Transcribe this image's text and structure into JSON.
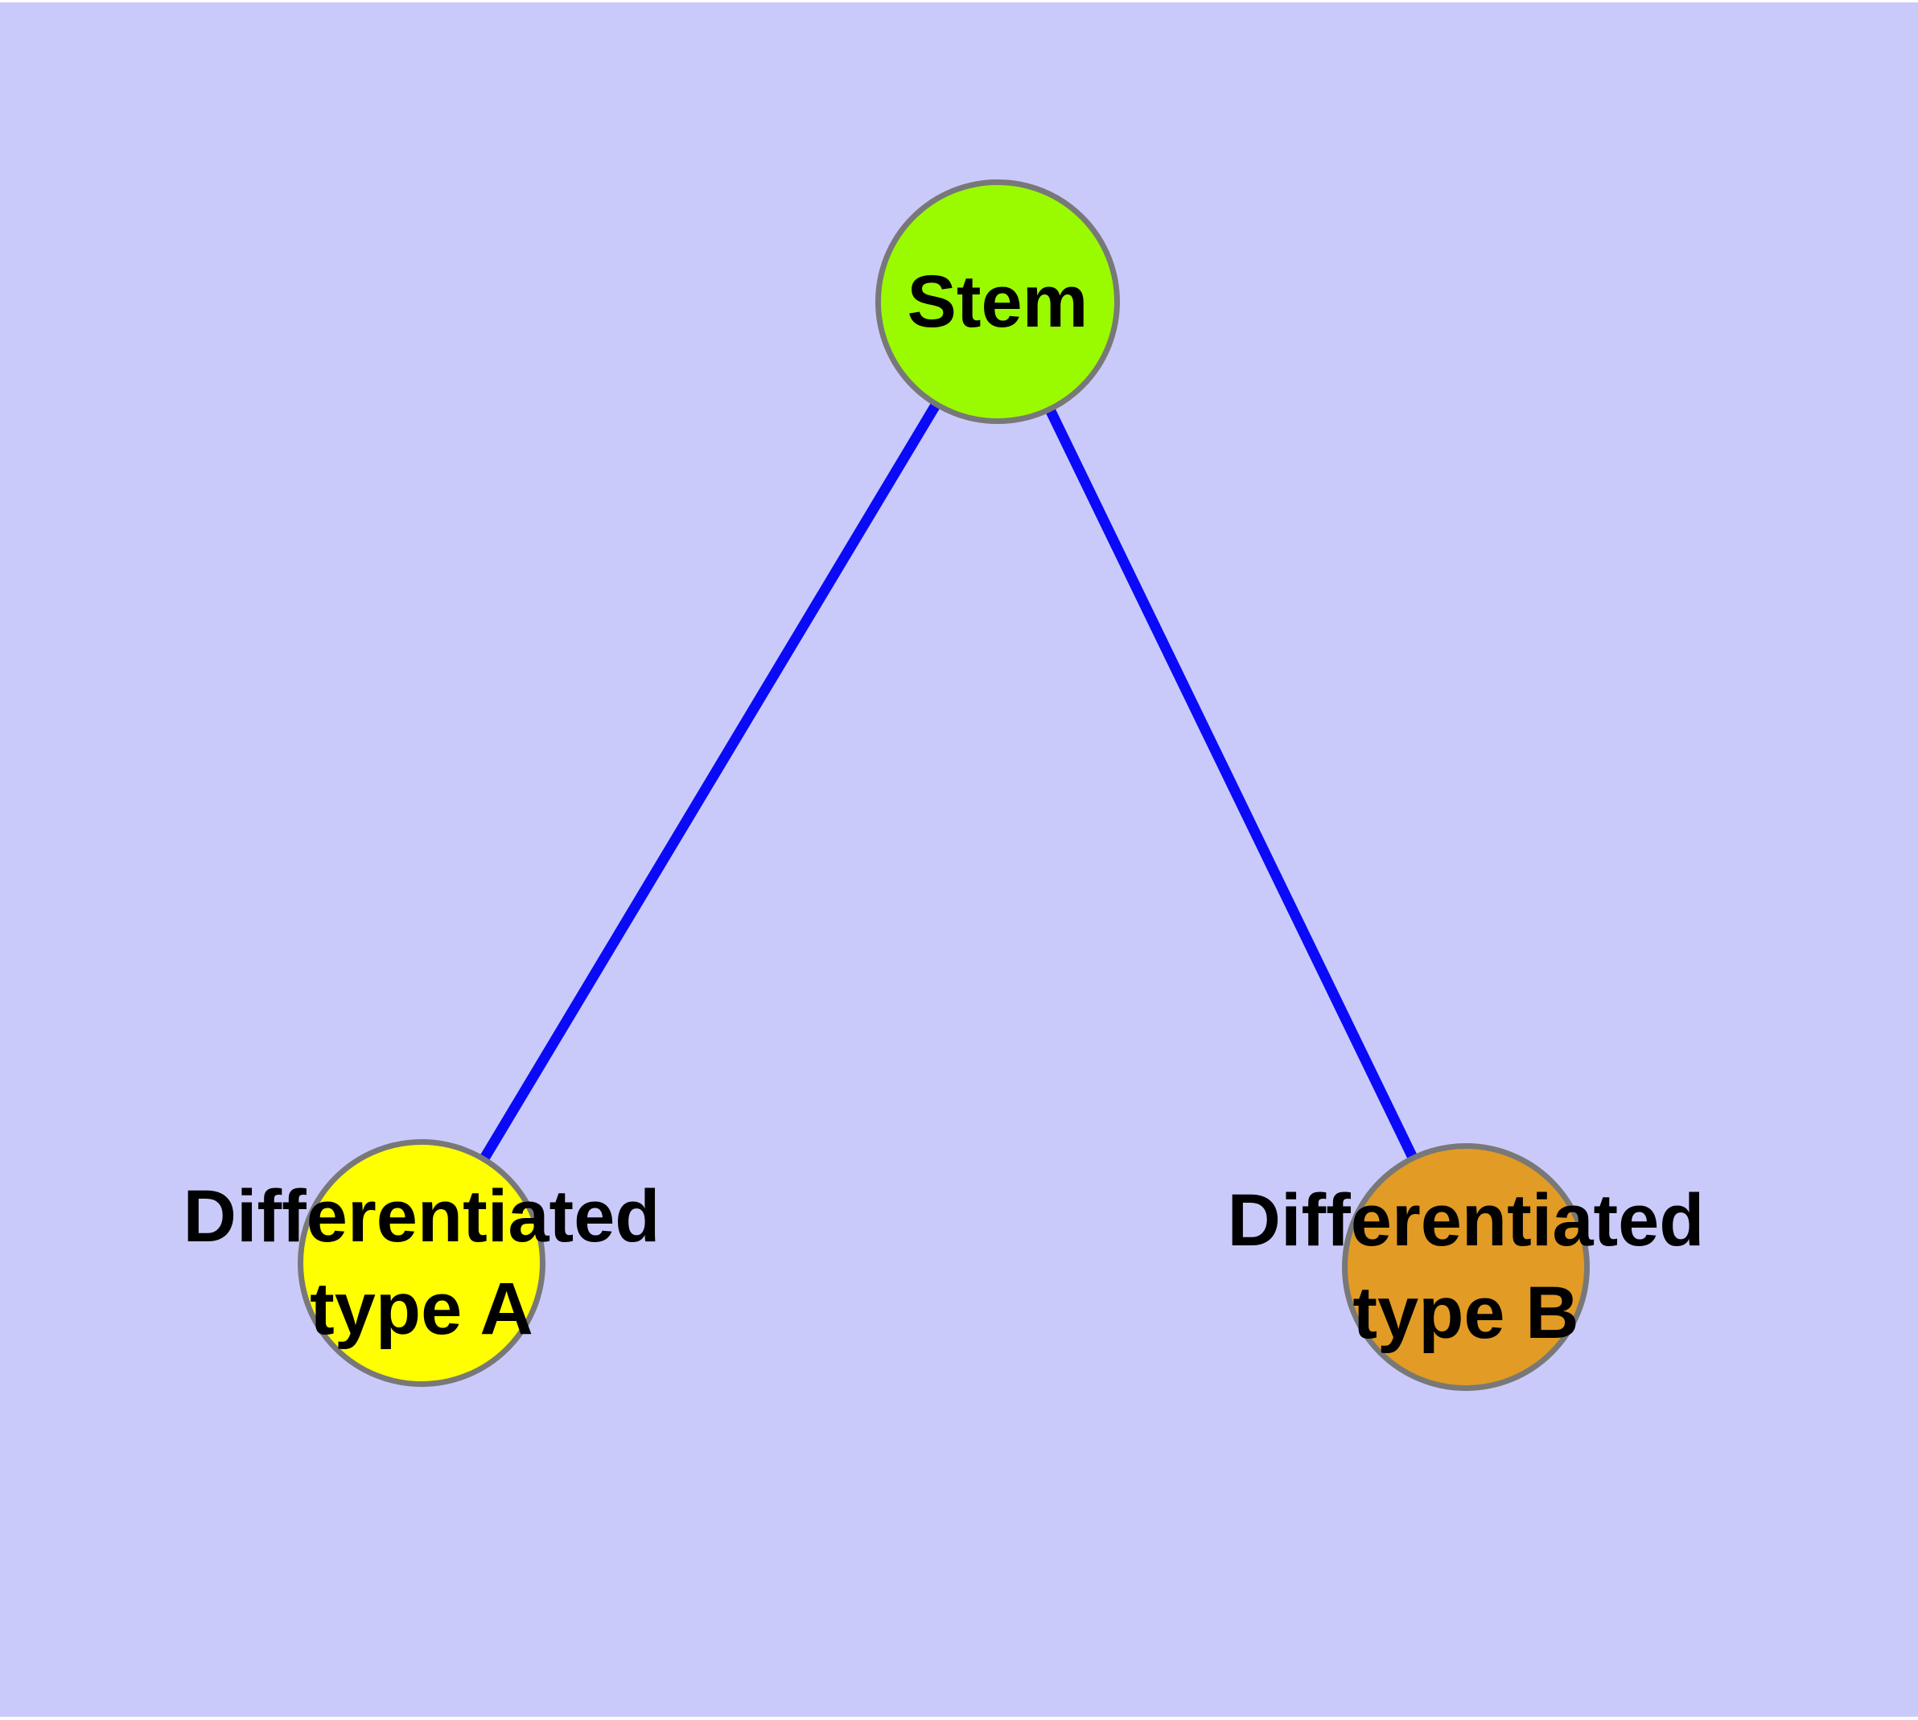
{
  "diagram": {
    "background_color": "#cacafa",
    "edge_color": "#0a0af8",
    "node_border_color": "#787878",
    "label_color": "#000000",
    "nodes": [
      {
        "id": "stem",
        "label": "Stem",
        "lines": [
          "Stem"
        ],
        "fill": "#9afb00"
      },
      {
        "id": "differentiated-type-a",
        "label": "Differentiated type A",
        "lines": [
          "Differentiated",
          "type A"
        ],
        "fill": "#ffff00"
      },
      {
        "id": "differentiated-type-b",
        "label": "Differentiated type B",
        "lines": [
          "Differentiated",
          "type B"
        ],
        "fill": "#e29b24"
      }
    ],
    "edges": [
      {
        "from": "stem",
        "to": "differentiated-type-a"
      },
      {
        "from": "stem",
        "to": "differentiated-type-b"
      }
    ]
  }
}
